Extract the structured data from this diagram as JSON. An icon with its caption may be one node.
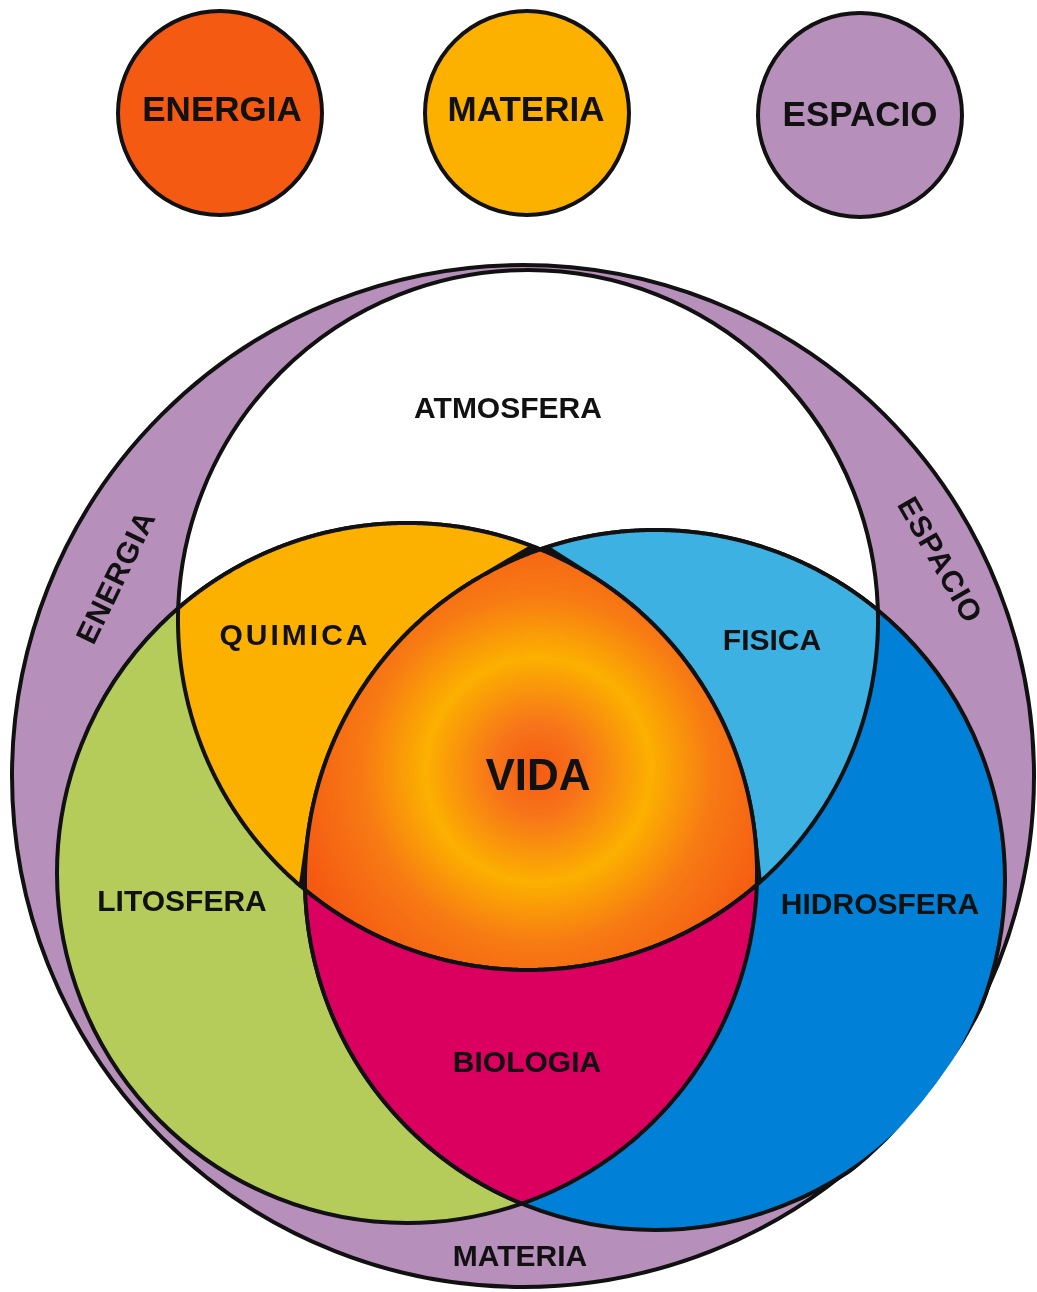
{
  "diagram": {
    "nodes": [
      {
        "text": [
          "ENERGIA"
        ]
      },
      {
        "text": [
          "MATERIA"
        ]
      },
      {
        "text": [
          "ESPACIO"
        ]
      },
      {
        "text": [
          "ENERGIA",
          "ESPACIO",
          "MATERIA"
        ]
      },
      {
        "text": [
          "ATMOSFERA"
        ],
        "in": 3
      },
      {
        "text": [
          "QUIMICA"
        ]
      },
      {
        "text": [
          "FISICA"
        ]
      },
      {
        "text": [
          "VIDA"
        ]
      },
      {
        "text": [
          "LITOSFERA"
        ],
        "in": 3
      },
      {
        "text": [
          "HIDROSFERA"
        ],
        "in": 3
      },
      {
        "text": [
          "BIOLOGIA"
        ]
      }
    ]
  }
}
